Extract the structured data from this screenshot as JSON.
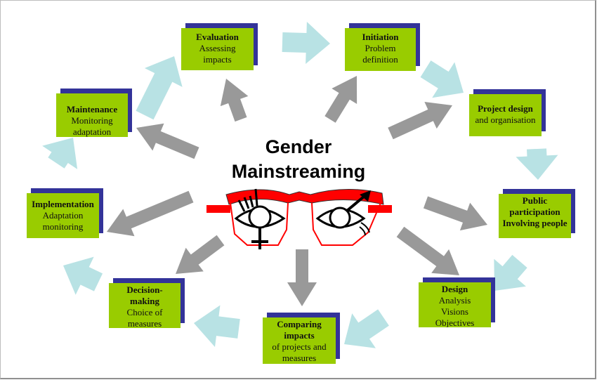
{
  "center": {
    "title_line1": "Gender",
    "title_line2": "Mainstreaming",
    "emblem": "eyeglasses-with-gender-symbols-icon"
  },
  "colors": {
    "box_fill": "#99cc00",
    "box_shadow": "#333399",
    "cycle_arrow": "#b8e2e4",
    "spoke_arrow": "#999999",
    "glasses_frame": "#ff0000"
  },
  "steps": [
    {
      "id": "initiation",
      "title": "Initiation",
      "lines": [
        "Problem",
        "definition"
      ]
    },
    {
      "id": "project-design",
      "title": "Project design",
      "lines": [
        "and organisation"
      ]
    },
    {
      "id": "public-participation",
      "title": "Public participation Involving people",
      "lines": []
    },
    {
      "id": "design",
      "title": "Design",
      "lines": [
        "Analysis",
        "Visions",
        "Objectives"
      ]
    },
    {
      "id": "comparing-impacts",
      "title": "Comparing impacts",
      "lines": [
        "of projects and",
        "measures"
      ]
    },
    {
      "id": "decision-making",
      "title": "Decision-making",
      "lines": [
        "Choice of",
        "measures"
      ]
    },
    {
      "id": "implementation",
      "title": "Implementation",
      "lines": [
        "Adaptation",
        "monitoring"
      ]
    },
    {
      "id": "maintenance",
      "title": "Maintenance",
      "lines": [
        "Monitoring",
        "adaptation"
      ]
    },
    {
      "id": "evaluation",
      "title": "Evaluation",
      "lines": [
        "Assessing",
        "impacts"
      ]
    }
  ]
}
